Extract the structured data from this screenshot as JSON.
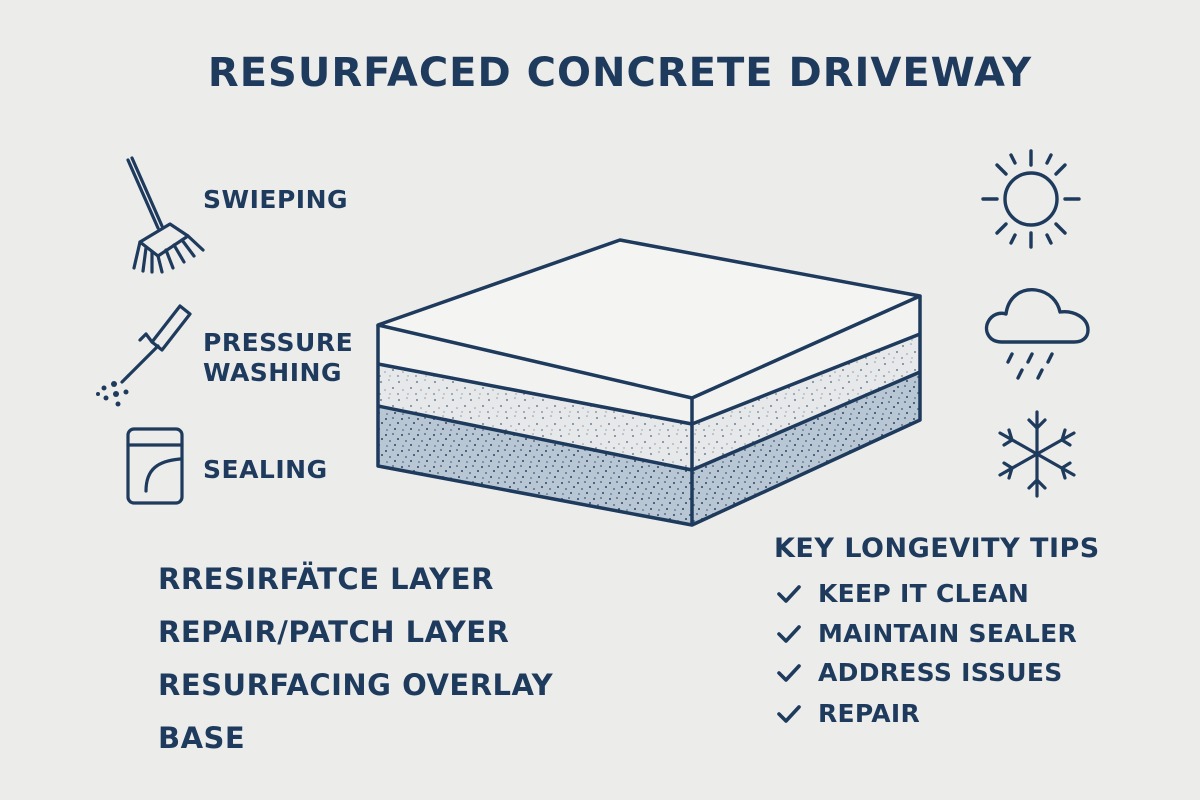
{
  "title": "RESURFACED CONCRETE DRIVEWAY",
  "maintenance": [
    {
      "icon": "broom-icon",
      "label": "SWIEPING"
    },
    {
      "icon": "pressure-washer-icon",
      "label_line1": "PRESSURE",
      "label_line2": "WASHING"
    },
    {
      "icon": "sealer-can-icon",
      "label": "SEALING"
    }
  ],
  "layers": [
    "RRESIRFÄTCE LAYER",
    "REPAIR/PATCH LAYER",
    "RESURFACING OVERLAY",
    "BASE"
  ],
  "weather_icons": [
    "sun-icon",
    "rain-cloud-icon",
    "snowflake-icon"
  ],
  "tips": {
    "heading": "KEY LONGEVITY TIPS",
    "items": [
      "KEEP IT CLEAN",
      "MAINTAIN SEALER",
      "ADDRESS ISSUES",
      "REPAIR"
    ]
  },
  "colors": {
    "ink": "#1e3a5c",
    "background": "#ececeb",
    "top_layer": "#f3f3f1",
    "middle_layer": "#e4e6e8",
    "bottom_layer": "#b7c4d1"
  }
}
